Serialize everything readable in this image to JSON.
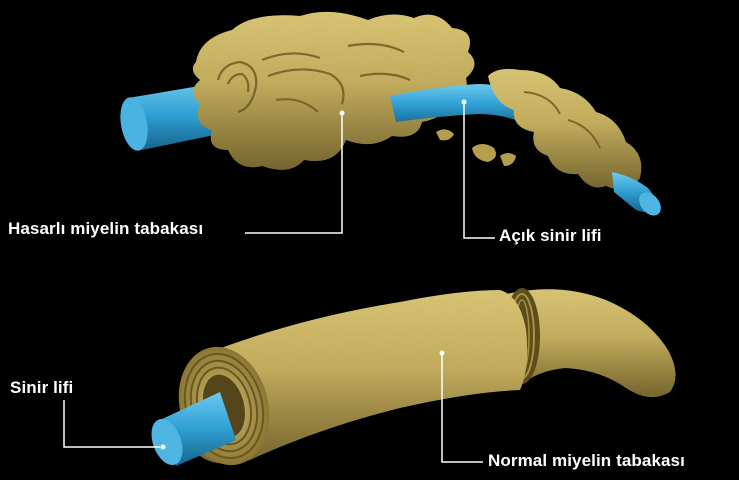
{
  "labels": {
    "damaged_myelin": "Hasarlı miyelin tabakası",
    "exposed_fiber": "Açık sinir lifi",
    "nerve_fiber": "Sinir lifi",
    "normal_myelin": "Normal miyelin tabakası"
  },
  "colors": {
    "background": "#000000",
    "myelin": "#c9b25e",
    "myelin_dark": "#7d6a2c",
    "nerve_fiber": "#3aa3d4",
    "label_text": "#ffffff",
    "leader_line": "#ffffff"
  }
}
